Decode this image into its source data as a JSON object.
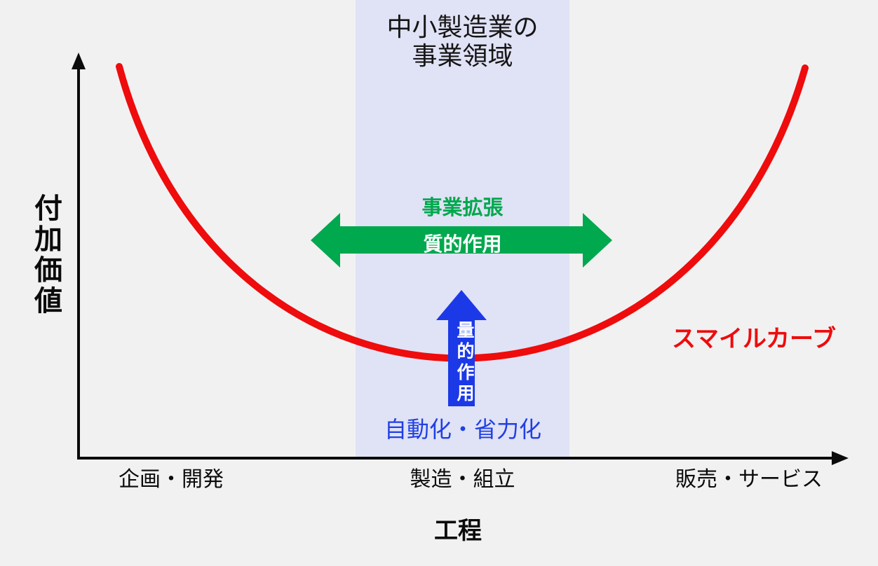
{
  "diagram": {
    "title_line1": "中小製造業の",
    "title_line2": "事業領域",
    "y_axis_label": "付加価値",
    "x_axis_title": "工程",
    "x_categories": [
      "企画・開発",
      "製造・組立",
      "販売・サービス"
    ],
    "curve_label": "スマイルカーブ",
    "green_arrow": {
      "label_above": "事業拡張",
      "label_inside": "質的作用"
    },
    "blue_arrow": {
      "label_inside": "量的作用",
      "label_below": "自動化・省力化"
    },
    "colors": {
      "background": "#f1f1f2",
      "band": "#e0e2f5",
      "curve_red": "#ee0c0c",
      "arrow_green": "#00a84e",
      "arrow_blue": "#1c39e8",
      "text_black": "#0b0b0b",
      "text_white": "#ffffff"
    }
  }
}
